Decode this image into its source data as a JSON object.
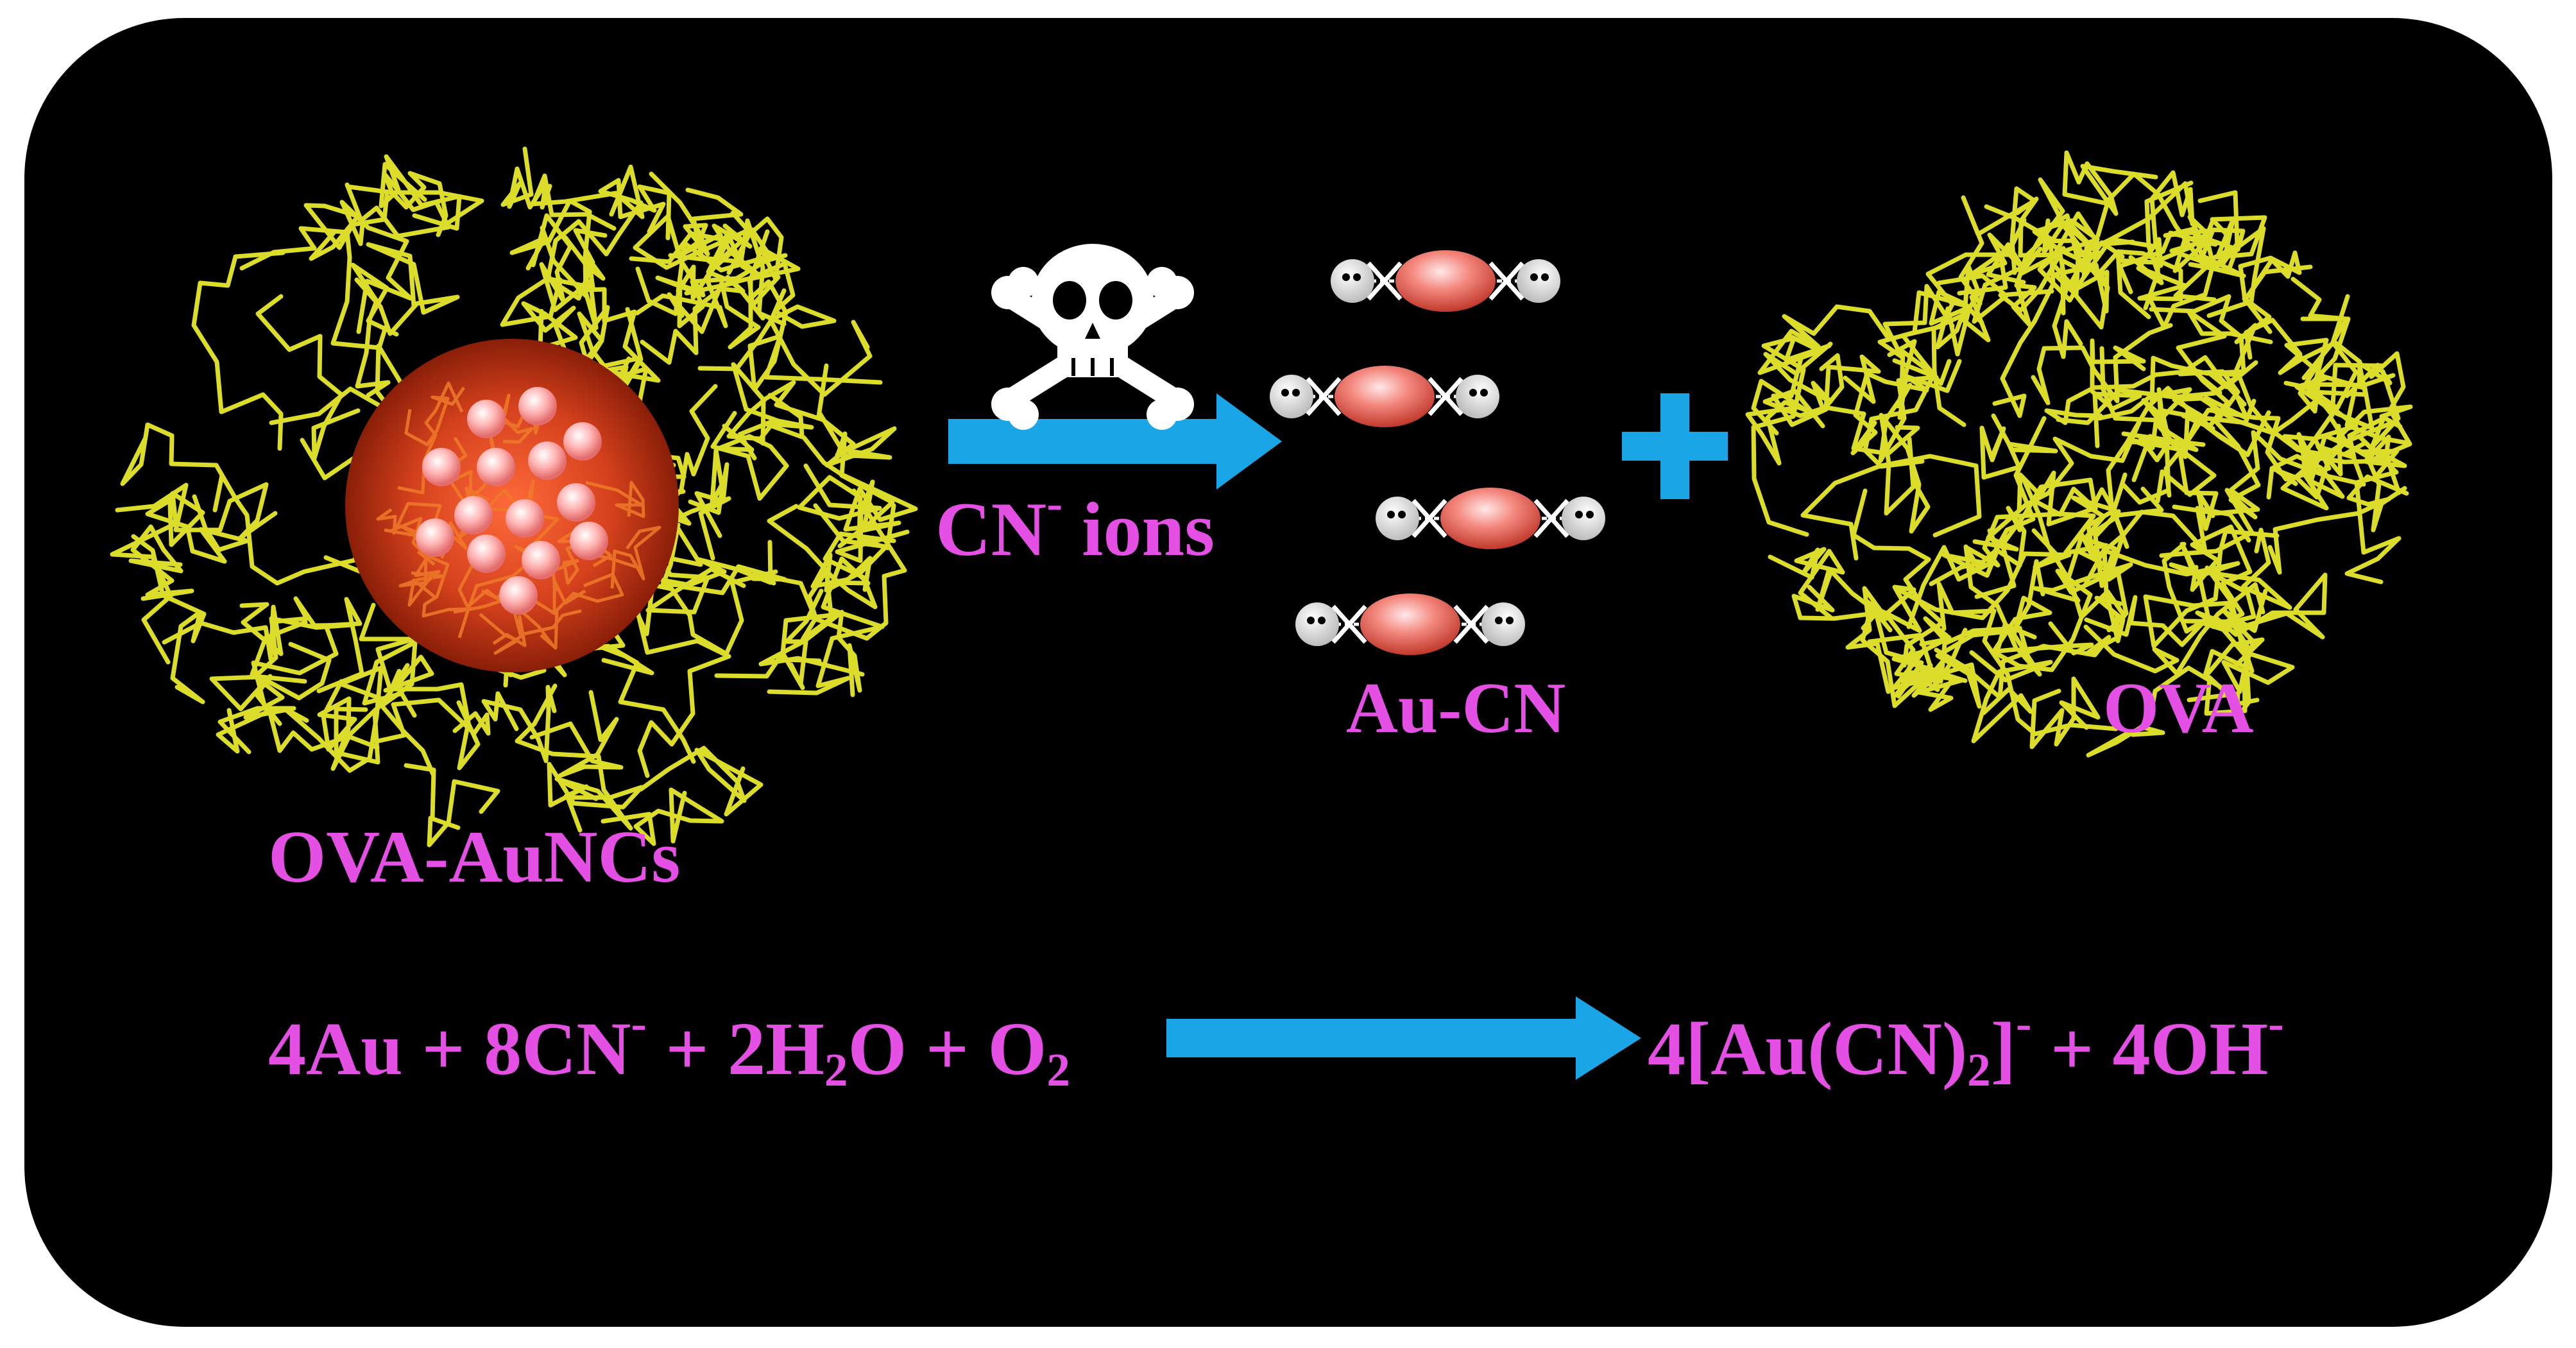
{
  "colors": {
    "panel": "#000000",
    "label": "#e44fe4",
    "arrow": "#1aa5e6",
    "protein": "#dcdc2a",
    "core": "#d5411c",
    "gold_particle": "#ff8f8f"
  },
  "icons": [
    "skull-crossbones-icon",
    "plus-icon",
    "arrow-icon"
  ],
  "labels": {
    "reagent_main": "CN",
    "reagent_sup": "-",
    "reagent_tail": " ions",
    "product_complex": "Au-CN",
    "product_protein": "OVA",
    "start_material": "OVA-AuNCs"
  },
  "equation": {
    "left": {
      "p1": "4Au + 8CN",
      "s1": "-",
      "p2": " + 2H",
      "b1": "2",
      "p3": "O + O",
      "b2": "2"
    },
    "right": {
      "p1": "4[Au(CN)",
      "b1": "2",
      "p2": "]",
      "s1": "-",
      "p3": " + 4OH",
      "s2": "-"
    }
  }
}
